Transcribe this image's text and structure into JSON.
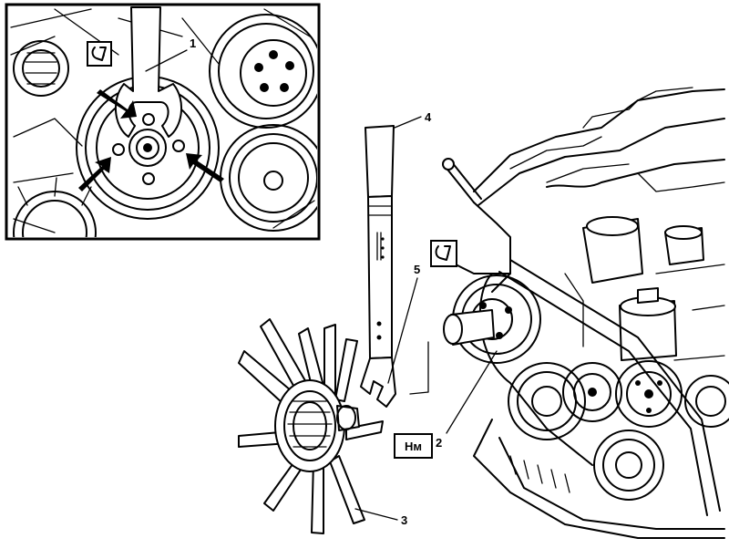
{
  "callouts": {
    "c1": "1",
    "c2": "2",
    "c3": "3",
    "c4": "4",
    "c5": "5"
  },
  "symbols": {
    "torque": "Нм",
    "special_tool_icon": "wrench-tool-icon"
  }
}
